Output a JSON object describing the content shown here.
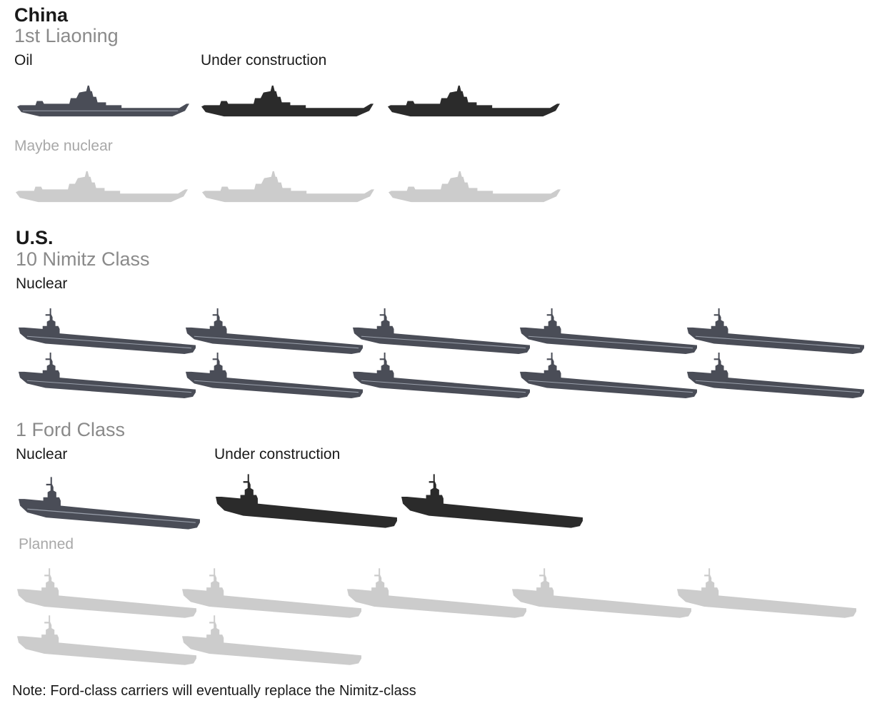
{
  "china": {
    "country": "China",
    "class_title": "1st Liaoning",
    "label_oil": "Oil",
    "label_construction": "Under construction",
    "label_maybe": "Maybe nuclear"
  },
  "us": {
    "country": "U.S.",
    "nimitz_title": "10 Nimitz Class",
    "nimitz_label": "Nuclear",
    "ford_title": "1 Ford Class",
    "ford_label_nuclear": "Nuclear",
    "ford_label_construction": "Under construction",
    "ford_label_planned": "Planned"
  },
  "note": "Note: Ford-class carriers will eventually replace the Nimitz-class",
  "counts": {
    "china_oil": 1,
    "china_under_construction": 2,
    "china_maybe_nuclear": 3,
    "us_nimitz_nuclear": 10,
    "us_ford_nuclear": 1,
    "us_ford_under_construction": 2,
    "us_ford_planned": 7
  },
  "colors": {
    "existing": "#4a4d57",
    "under_construction": "#2b2b2b",
    "future": "#cccccc"
  }
}
